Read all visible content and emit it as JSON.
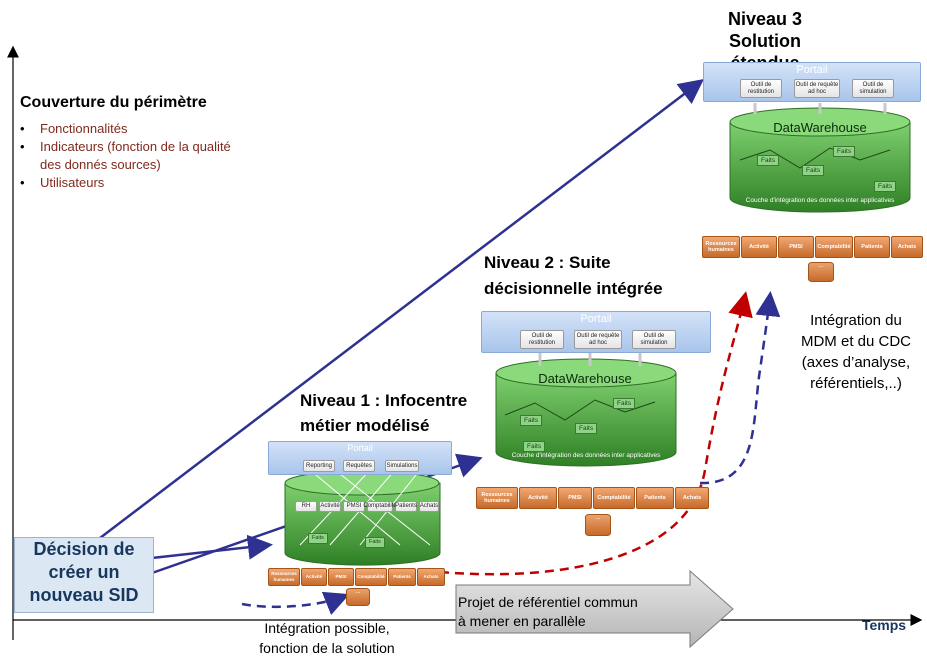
{
  "coverage": {
    "title": "Couverture du périmètre",
    "items": [
      "Fonctionnalités",
      "Indicateurs (fonction de la qualité des donnés sources)",
      "Utilisateurs"
    ]
  },
  "axis": {
    "x_label": "Temps"
  },
  "decision": {
    "line1": "Décision de",
    "line2": "créer un",
    "line3": "nouveau SID"
  },
  "level1": {
    "title_line1": "Niveau 1 : Infocentre",
    "title_line2": "métier modélisé",
    "portal": "Portail",
    "tools": [
      "Reporting",
      "Requêtes",
      "Simulations"
    ],
    "boxes": [
      "RH",
      "Activité",
      "PMSI",
      "Comptabilité",
      "Patients",
      "Achats"
    ],
    "faits": [
      "Faits",
      "Faits"
    ],
    "sources": [
      "Ressources humaines",
      "Activité",
      "PMSI",
      "Comptabilité",
      "Patients",
      "Achats"
    ],
    "cylinder": "..."
  },
  "level2": {
    "title_line1": "Niveau 2 :  Suite",
    "title_line2": "décisionnelle intégrée",
    "portal": "Portail",
    "tools": [
      "Outil de restitution",
      "Outil de requête ad hoc",
      "Outil de simulation"
    ],
    "dw": "DataWarehouse",
    "faits": [
      "Faits",
      "Faits",
      "Faits",
      "Faits"
    ],
    "layer": "Couche d'intégration des données inter applicatives",
    "sources": [
      "Ressources humaines",
      "Activité",
      "PMSI",
      "Comptabilité",
      "Patients",
      "Achats"
    ],
    "cylinder": "..."
  },
  "level3": {
    "title_line1": "Niveau 3",
    "title_line2": "Solution étendue",
    "portal": "Portail",
    "tools": [
      "Outil de restitution",
      "Outil de requête ad hoc",
      "Outil de simulation"
    ],
    "dw": "DataWarehouse",
    "faits": [
      "Faits",
      "Faits",
      "Faits",
      "Faits"
    ],
    "layer": "Couche d'intégration des données inter applicatives",
    "sources": [
      "Ressources humaines",
      "Activité",
      "PMSI",
      "Comptabilité",
      "Patients",
      "Achats"
    ],
    "cylinder": "..."
  },
  "notes": {
    "mdm_line1": "Intégration du",
    "mdm_line2": "MDM et du CDC",
    "mdm_line3": "(axes d’analyse,",
    "mdm_line4": "référentiels,..)",
    "integration_line1": "Intégration possible,",
    "integration_line2": "fonction de la solution",
    "project_line1": "Projet de référentiel commun",
    "project_line2": "à mener en parallèle"
  },
  "colors": {
    "arrow_blue": "#2e3192",
    "dashed_red": "#c00000",
    "dashed_blue": "#2e3192",
    "dw_green": "#3f9a35",
    "portal_blue": "#a9c5ec",
    "source_orange": "#d97b36",
    "decision_text": "#17375e",
    "bullet_text": "#7f2a1d"
  }
}
